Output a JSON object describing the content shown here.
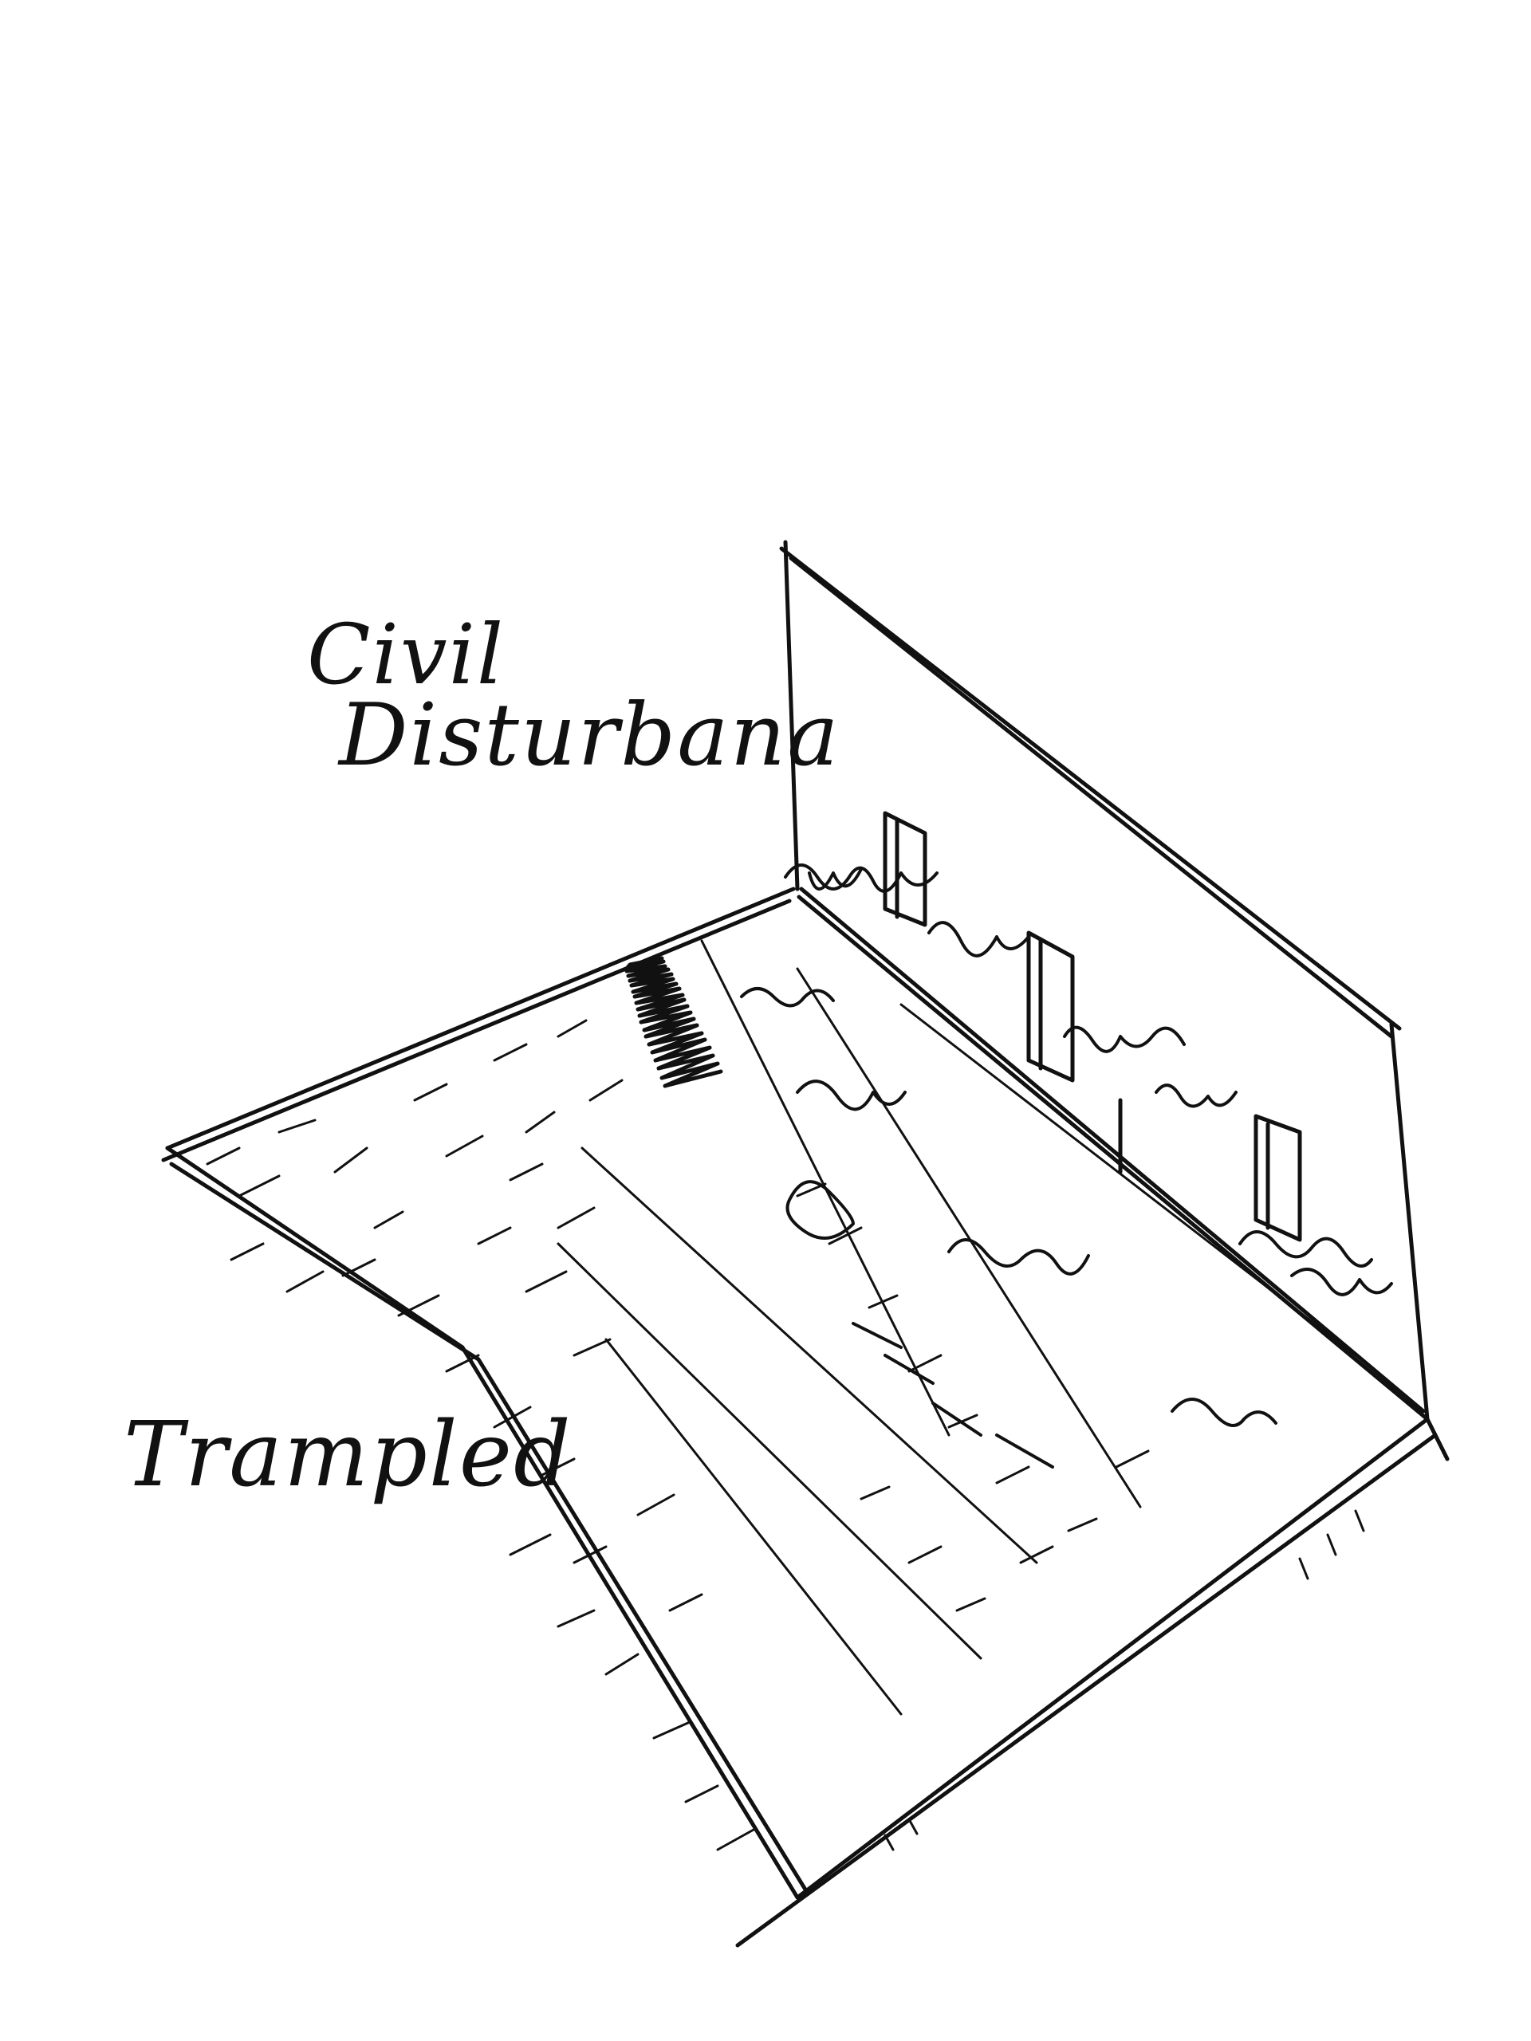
{
  "labels": {
    "civil": "Civil",
    "disturbance": "Disturbana",
    "trampled": "Trampled"
  },
  "colors": {
    "ink": "#111111",
    "paper": "#ffffff"
  }
}
